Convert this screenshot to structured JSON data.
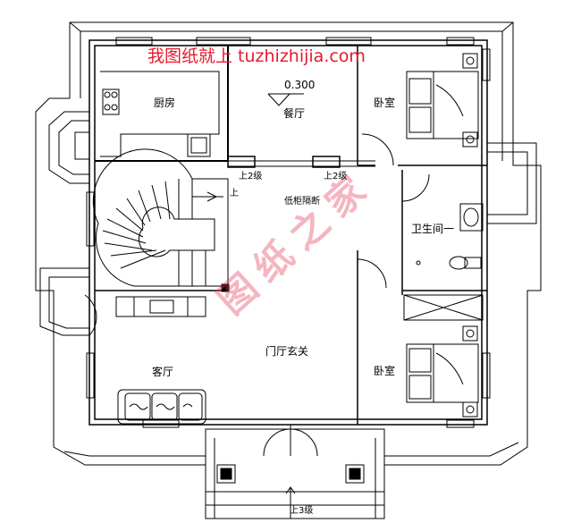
{
  "watermark": {
    "site": "我图纸就上 tuzhizhijia.com",
    "stamp": "图纸之家",
    "color": "#e8182a"
  },
  "rooms": {
    "kitchen": "厨房",
    "dining": "餐厅",
    "bedroom_top": "卧室",
    "bathroom": "卫生间一",
    "living": "客厅",
    "foyer": "门厅玄关",
    "bedroom_bottom": "卧室"
  },
  "annotations": {
    "elevation": "0.300",
    "steps_left": "上2级",
    "steps_right": "上2级",
    "stair_up": "上",
    "partition": "低柜隔断",
    "entry_steps": "上3级"
  }
}
